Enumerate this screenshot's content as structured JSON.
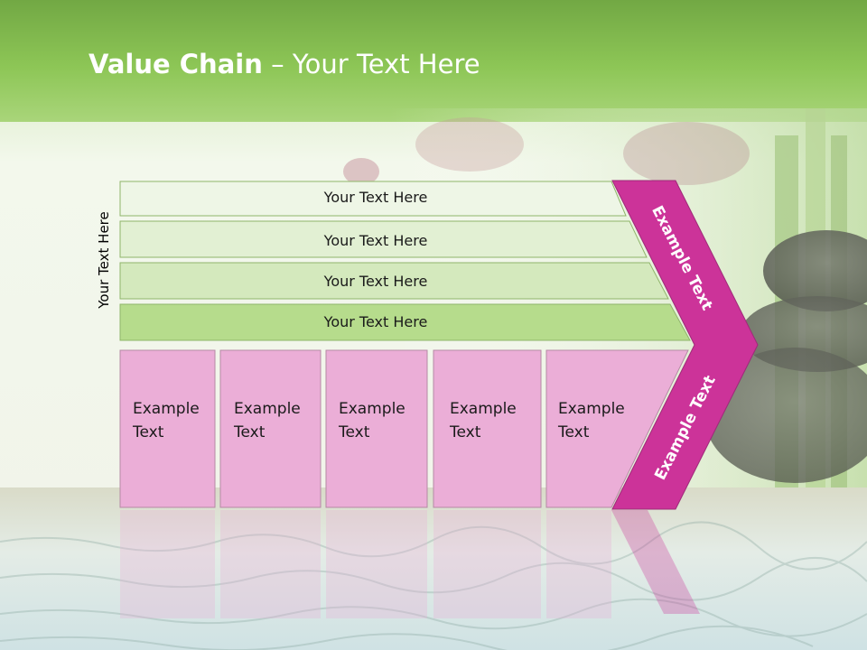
{
  "slide": {
    "title_bold": "Value Chain",
    "title_separator": " – ",
    "title_rest": "Your Text Here",
    "vertical_label": "Your Text Here"
  },
  "bars": [
    {
      "label": "Your Text Here"
    },
    {
      "label": "Your Text Here"
    },
    {
      "label": "Your Text Here"
    },
    {
      "label": "Your Text Here"
    }
  ],
  "boxes": [
    {
      "line1": "Example",
      "line2": "Text"
    },
    {
      "line1": "Example",
      "line2": "Text"
    },
    {
      "line1": "Example",
      "line2": "Text"
    },
    {
      "line1": "Example",
      "line2": "Text"
    },
    {
      "line1": "Example",
      "line2": "Text"
    }
  ],
  "arrow": {
    "upper_label": "Example Text",
    "lower_label": "Example Text"
  },
  "colors": {
    "header_green": "#8cc152",
    "bar_light_1": "#eef6e6",
    "bar_light_2": "#e2f0d3",
    "bar_light_3": "#d4e9bd",
    "bar_light_4": "#b6dc8c",
    "box_pink": "#ebaed7",
    "arrow_magenta": "#cc3399"
  }
}
